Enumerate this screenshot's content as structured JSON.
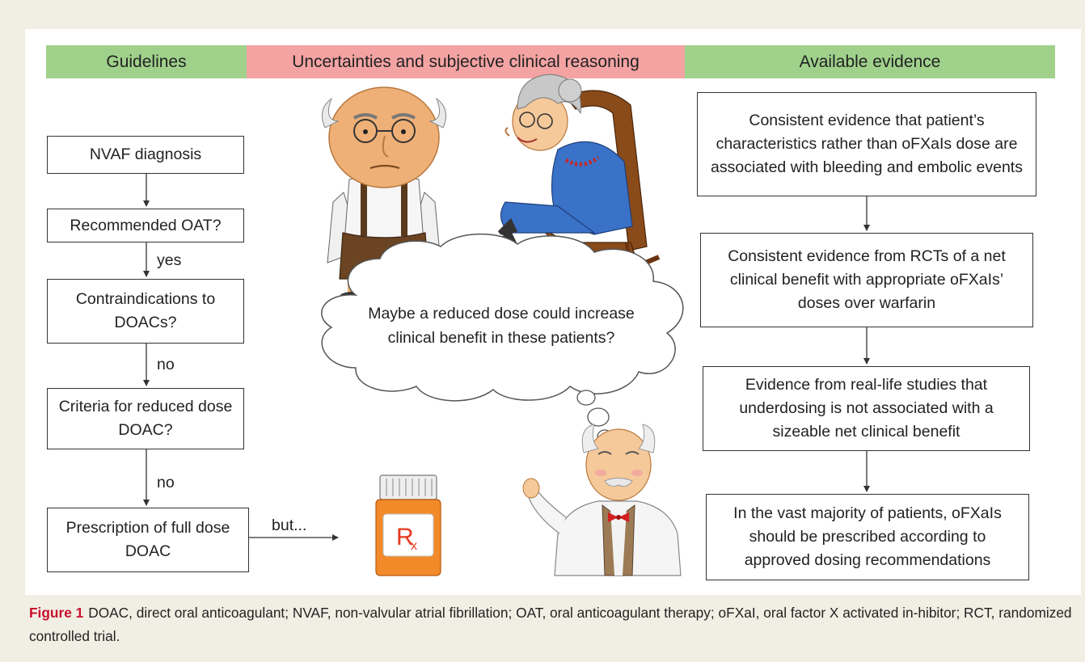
{
  "headers": {
    "guidelines": "Guidelines",
    "uncertainties": "Uncertainties and subjective clinical reasoning",
    "evidence": "Available evidence"
  },
  "colors": {
    "green": "#9fd18b",
    "pink": "#f4a3a3",
    "rx_orange": "#f28a2a",
    "figure_red": "#c8102e"
  },
  "flowchart": {
    "nvaf": "NVAF diagnosis",
    "recommended": "Recommended OAT?",
    "yes": "yes",
    "contraindications": "Contraindications to DOACs?",
    "no1": "no",
    "criteria": "Criteria for reduced dose DOAC?",
    "no2": "no",
    "prescription": "Prescription of full dose DOAC",
    "but": "but..."
  },
  "thought": "Maybe a reduced dose could increase clinical benefit in these patients?",
  "rx_label": "R",
  "evidence": {
    "e1": "Consistent evidence that patient’s characteristics rather than oFXaIs dose are associated with bleeding and embolic events",
    "e2": "Consistent evidence from RCTs of a net clinical benefit with appropriate oFXaIs’ doses over warfarin",
    "e3": "Evidence from real-life studies that underdosing is not associated with a sizeable net clinical benefit",
    "e4": "In the vast majority of patients, oFXaIs should be prescribed according to approved dosing recommendations"
  },
  "caption": {
    "figure": "Figure 1",
    "text": "DOAC, direct oral anticoagulant; NVAF, non-valvular atrial fibrillation; OAT, oral anticoagulant therapy; oFXaI, oral factor X activated in-hibitor; RCT, randomized controlled trial."
  }
}
